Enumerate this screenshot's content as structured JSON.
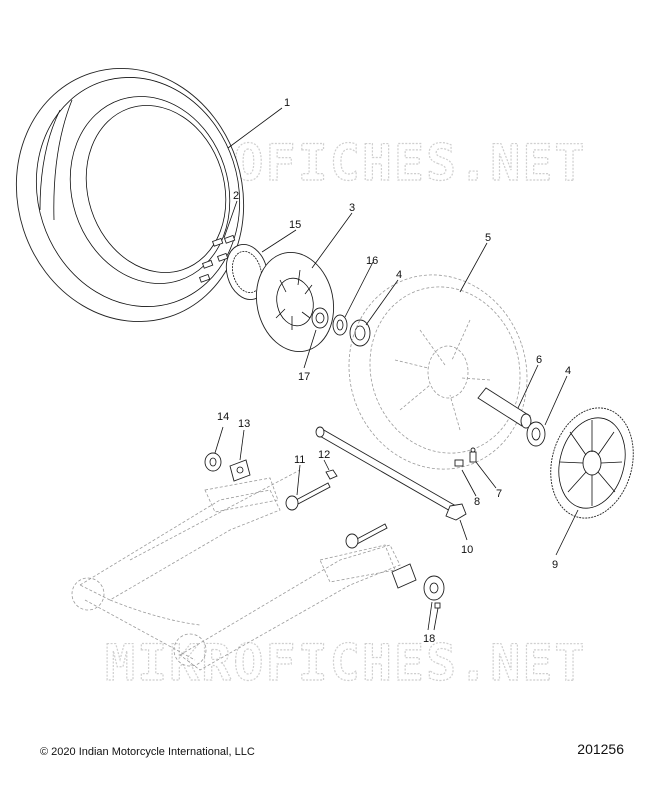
{
  "watermark": "MIKROFICHES.NET",
  "callouts": [
    {
      "id": "1",
      "text": "1"
    },
    {
      "id": "2",
      "text": "2"
    },
    {
      "id": "3",
      "text": "3"
    },
    {
      "id": "4a",
      "text": "4"
    },
    {
      "id": "4b",
      "text": "4"
    },
    {
      "id": "5",
      "text": "5"
    },
    {
      "id": "6",
      "text": "6"
    },
    {
      "id": "7",
      "text": "7"
    },
    {
      "id": "8",
      "text": "8"
    },
    {
      "id": "9",
      "text": "9"
    },
    {
      "id": "10",
      "text": "10"
    },
    {
      "id": "11",
      "text": "11"
    },
    {
      "id": "12",
      "text": "12"
    },
    {
      "id": "13",
      "text": "13"
    },
    {
      "id": "14",
      "text": "14"
    },
    {
      "id": "15",
      "text": "15"
    },
    {
      "id": "16",
      "text": "16"
    },
    {
      "id": "17",
      "text": "17"
    },
    {
      "id": "18",
      "text": "18"
    }
  ],
  "footer": {
    "copyright": "© 2020 Indian Motorcycle International, LLC",
    "diagram_number": "201256"
  }
}
